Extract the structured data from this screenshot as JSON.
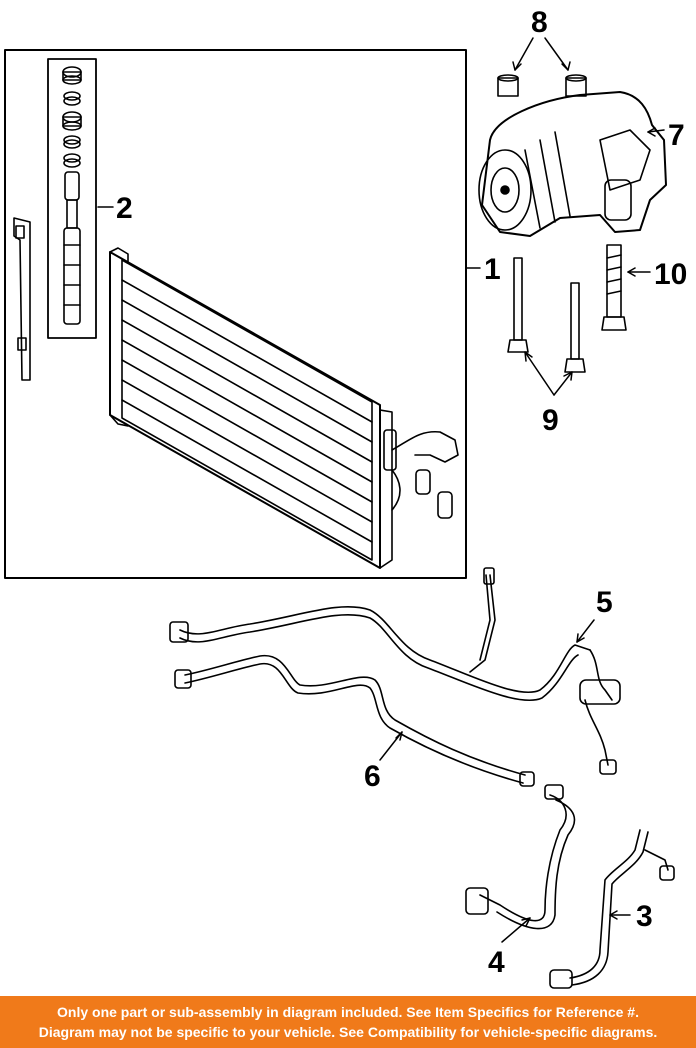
{
  "callouts": {
    "c1": "1",
    "c2": "2",
    "c3": "3",
    "c4": "4",
    "c5": "5",
    "c6": "6",
    "c7": "7",
    "c8": "8",
    "c9": "9",
    "c10": "10"
  },
  "footer": {
    "line1": "Only one part or sub-assembly in diagram included. See Item Specifics for Reference #.",
    "line2": "Diagram may not be specific to your vehicle. See Compatibility for vehicle-specific diagrams."
  },
  "colors": {
    "banner": "#f07a1a",
    "banner_text": "#ffffff",
    "line": "#000000"
  }
}
